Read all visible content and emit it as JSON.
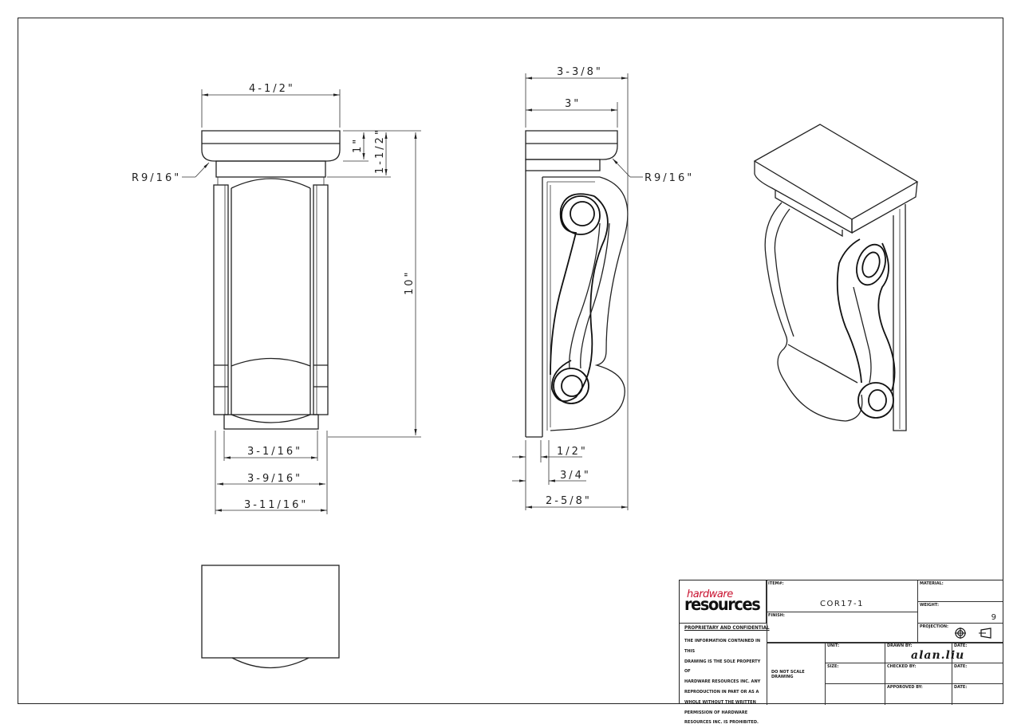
{
  "drawing": {
    "front_view": {
      "dimensions": {
        "top_width": "4-1/2\"",
        "cap_height": "1\"",
        "cap_total_height": "1-1/2\"",
        "overall_height": "10\"",
        "radius": "R9/16\"",
        "inner_width": "3-1/16\"",
        "mid_width": "3-9/16\"",
        "base_width": "3-11/16\""
      }
    },
    "side_view": {
      "dimensions": {
        "overall_depth": "3-3/8\"",
        "cap_depth": "3\"",
        "radius": "R9/16\"",
        "offset_small": "1/2\"",
        "offset_large": "3/4\"",
        "base_depth": "2-5/8\""
      }
    },
    "isometric_view": {
      "label": "isometric-corbel"
    },
    "bottom_view": {
      "label": "bottom-view"
    }
  },
  "title_block": {
    "logo": {
      "top": "hardware",
      "bottom": "resources",
      "top_color": "#c8102e"
    },
    "proprietary_title": "PROPRIETARY AND CONFIDENTIAL",
    "proprietary_lines": [
      "THE INFORMATION CONTAINED IN THIS",
      "DRAWING IS THE SOLE PROPERTY OF",
      "HARDWARE RESOURCES INC.  ANY",
      "REPRODUCTION IN PART OR AS A",
      "WHOLE  WITHOUT THE WRITTEN",
      "PERMISSION OF HARDWARE",
      "RESOURCES INC. IS PROHIBITED."
    ],
    "item_label": "ITEM#:",
    "item_value": "COR17-1",
    "finish_label": "FINISH:",
    "material_label": "MATERIAL:",
    "weight_label": "WEIGHT:",
    "weight_value": "9",
    "projection_label": "PROJECTION:",
    "projection_icons": [
      "first-angle-circle-icon",
      "truncated-cone-icon"
    ],
    "do_not_scale": "DO NOT SCALE DRAWING",
    "unit_label": "UNIT:",
    "size_label": "SIZE:",
    "drawn_by_label": "DRAWN BY:",
    "drawn_by_value": "alan.liu",
    "checked_by_label": "CHECKED BY:",
    "approved_by_label": "APPOROVED BY:",
    "date_label": "DATE:"
  }
}
